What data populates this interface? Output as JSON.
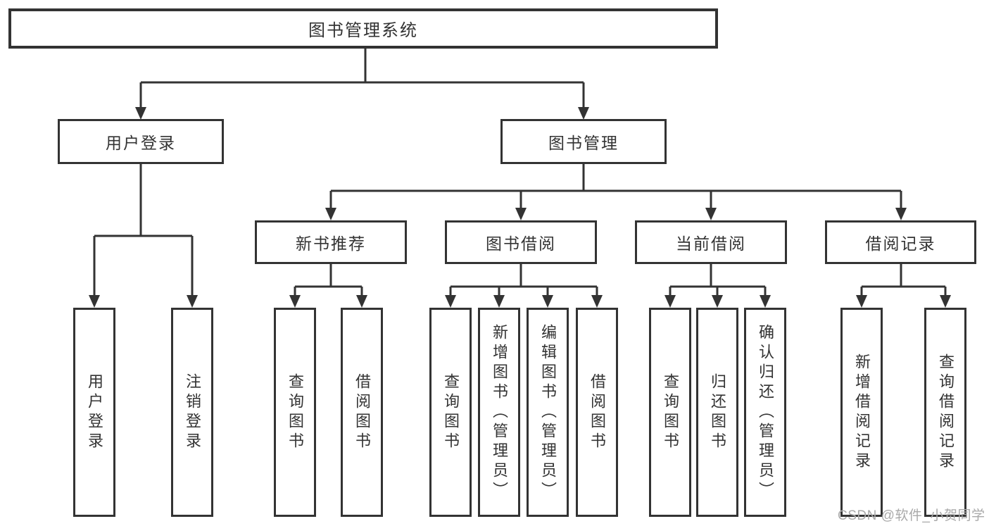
{
  "tree": {
    "root": {
      "label": "图书管理系统"
    },
    "user_login": {
      "label": "用户登录",
      "children": {
        "login": {
          "label": "用户登录"
        },
        "logout": {
          "label": "注销登录"
        }
      }
    },
    "book_management": {
      "label": "图书管理",
      "children": {
        "new_book_recommend": {
          "label": "新书推荐",
          "children": {
            "query_books": {
              "label": "查询图书"
            },
            "borrow_books": {
              "label": "借阅图书"
            }
          }
        },
        "book_borrowing": {
          "label": "图书借阅",
          "children": {
            "query_books": {
              "label": "查询图书"
            },
            "add_books": {
              "label": "新增图书（管理员）"
            },
            "edit_books": {
              "label": "编辑图书（管理员）"
            },
            "borrow_books": {
              "label": "借阅图书"
            }
          }
        },
        "current_borrowing": {
          "label": "当前借阅",
          "children": {
            "query_books": {
              "label": "查询图书"
            },
            "return_books": {
              "label": "归还图书"
            },
            "confirm_return": {
              "label": "确认归还（管理员）"
            }
          }
        },
        "borrowing_records": {
          "label": "借阅记录",
          "children": {
            "add_record": {
              "label": "新增借阅记录"
            },
            "query_record": {
              "label": "查询借阅记录"
            }
          }
        }
      }
    }
  },
  "watermark": {
    "text": "CSDN @软件_小贺同学"
  },
  "colors": {
    "line": "#333333",
    "text": "#333333",
    "background": "#ffffff",
    "watermark": "#a9a9a9"
  }
}
